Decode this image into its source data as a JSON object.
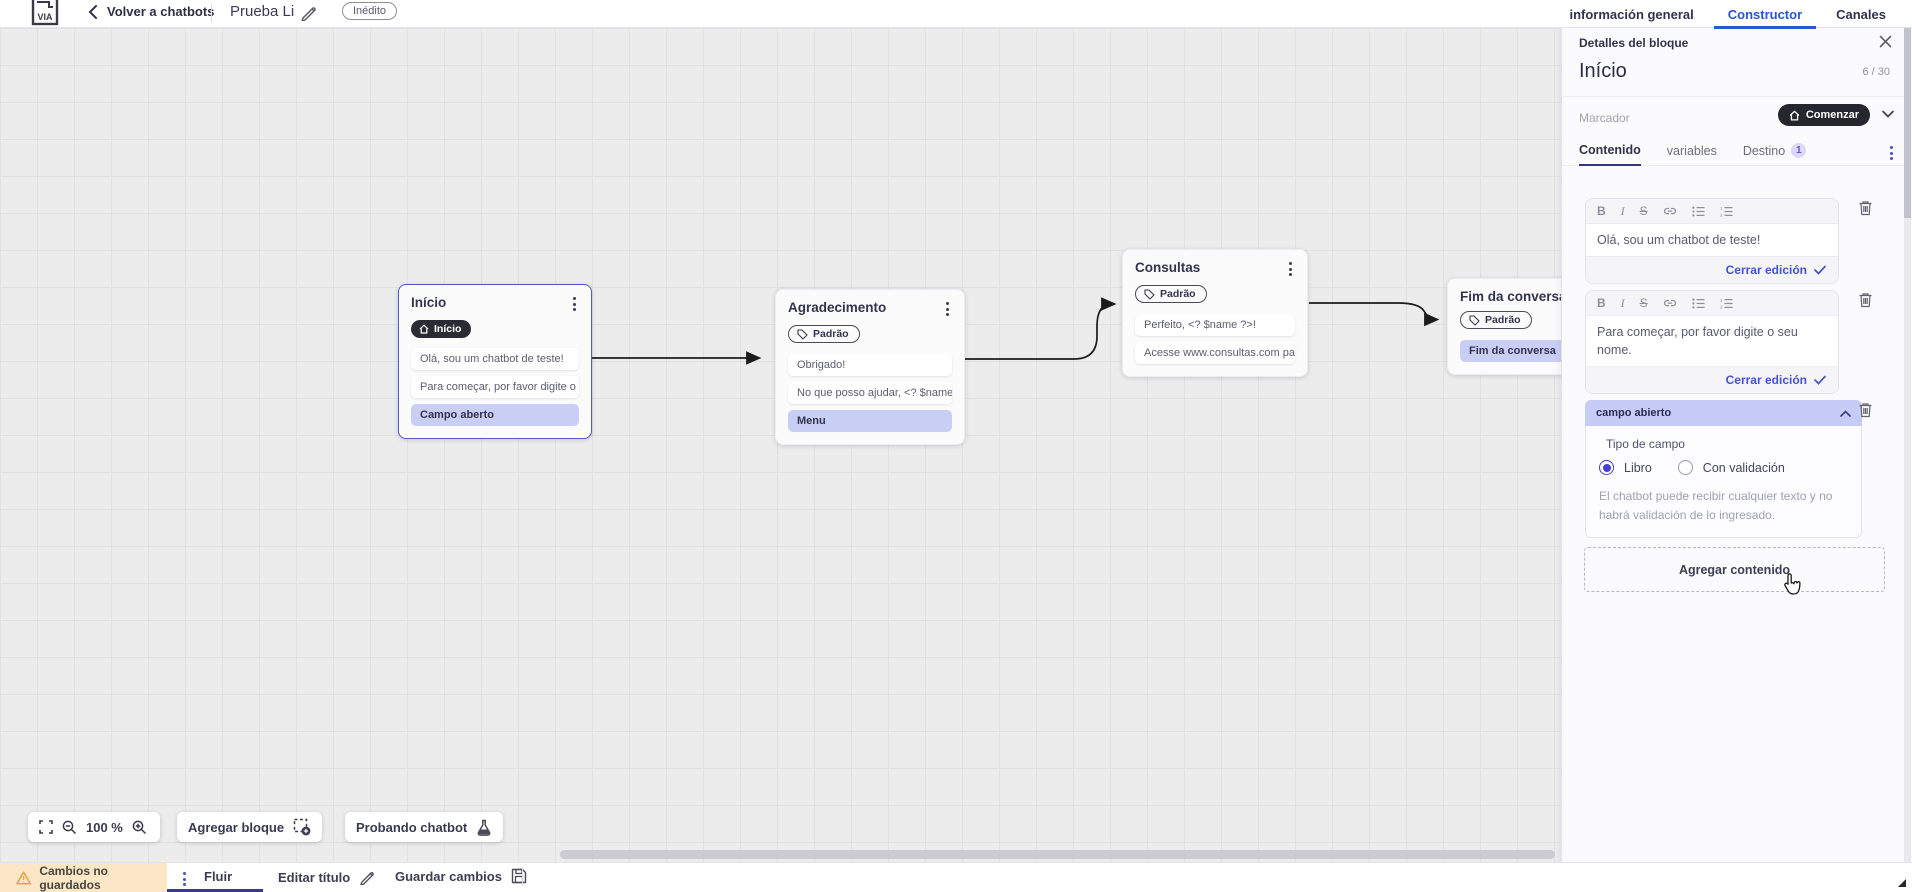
{
  "topbar": {
    "back_label": "Volver a chatbots",
    "chatbot_title": "Prueba Li",
    "status_badge": "Inédito",
    "logo_text": "VIA",
    "tabs": {
      "general": "información general",
      "builder": "Constructor",
      "channels": "Canales"
    }
  },
  "canvas": {
    "blocks": [
      {
        "title": "Início",
        "badge": "Início",
        "items": [
          {
            "text": "Olá, sou um chatbot de teste!"
          },
          {
            "text": "Para começar, por favor digite o ..."
          },
          {
            "text": "Campo aberto"
          }
        ]
      },
      {
        "title": "Agradecimento",
        "badge": "Padrão",
        "items": [
          {
            "text": "Obrigado!"
          },
          {
            "text": "No que posso ajudar, <? $name ..."
          },
          {
            "text": "Menu"
          }
        ]
      },
      {
        "title": "Consultas",
        "badge": "Padrão",
        "items": [
          {
            "text": "Perfeito, <? $name ?>!"
          },
          {
            "text": "Acesse www.consultas.com par..."
          }
        ]
      },
      {
        "title": "Fim da conversa",
        "badge": "Padrão",
        "items": [
          {
            "text": "Fim da conversa"
          }
        ]
      }
    ],
    "controls": {
      "zoom_level": "100 %",
      "add_block": "Agregar bloque",
      "test_chatbot": "Probando chatbot"
    }
  },
  "panel": {
    "header": "Detalles del bloque",
    "block_name": "Início",
    "counter": "6 / 30",
    "marker_label": "Marcador",
    "marker_value": "Comenzar",
    "tabs": {
      "content": "Contenido",
      "variables": "variables",
      "destination": "Destino",
      "destination_badge": "1"
    },
    "editors": [
      {
        "text": "Olá, sou um chatbot de teste!",
        "close_label": "Cerrar edición"
      },
      {
        "text": "Para começar, por favor digite o seu nome.",
        "close_label": "Cerrar edición"
      }
    ],
    "open_field": {
      "header": "campo abierto",
      "type_label": "Tipo de campo",
      "options": [
        {
          "label": "Libro",
          "selected": true
        },
        {
          "label": "Con validación",
          "selected": false
        }
      ],
      "help_text": "El chatbot puede recibir cualquier texto y no habrá validación de lo ingresado."
    },
    "add_content_label": "Agregar contenido"
  },
  "bottombar": {
    "unsaved_label": "Cambios no guardados",
    "flow_tab": "Fluir",
    "edit_title_label": "Editar título",
    "save_label": "Guardar cambios"
  },
  "icons": {
    "bold": "B",
    "italic": "I",
    "strike": "S"
  },
  "colors": {
    "accent_blue": "#2b55d3",
    "indigo": "#4353c9",
    "lavender": "#c9cef5",
    "dark_text": "#32324d",
    "badge_dark": "#2b2b34",
    "selected_border": "#5457d0",
    "warning_bg": "#fbe7c5",
    "warning_icon": "#e8a33d"
  }
}
